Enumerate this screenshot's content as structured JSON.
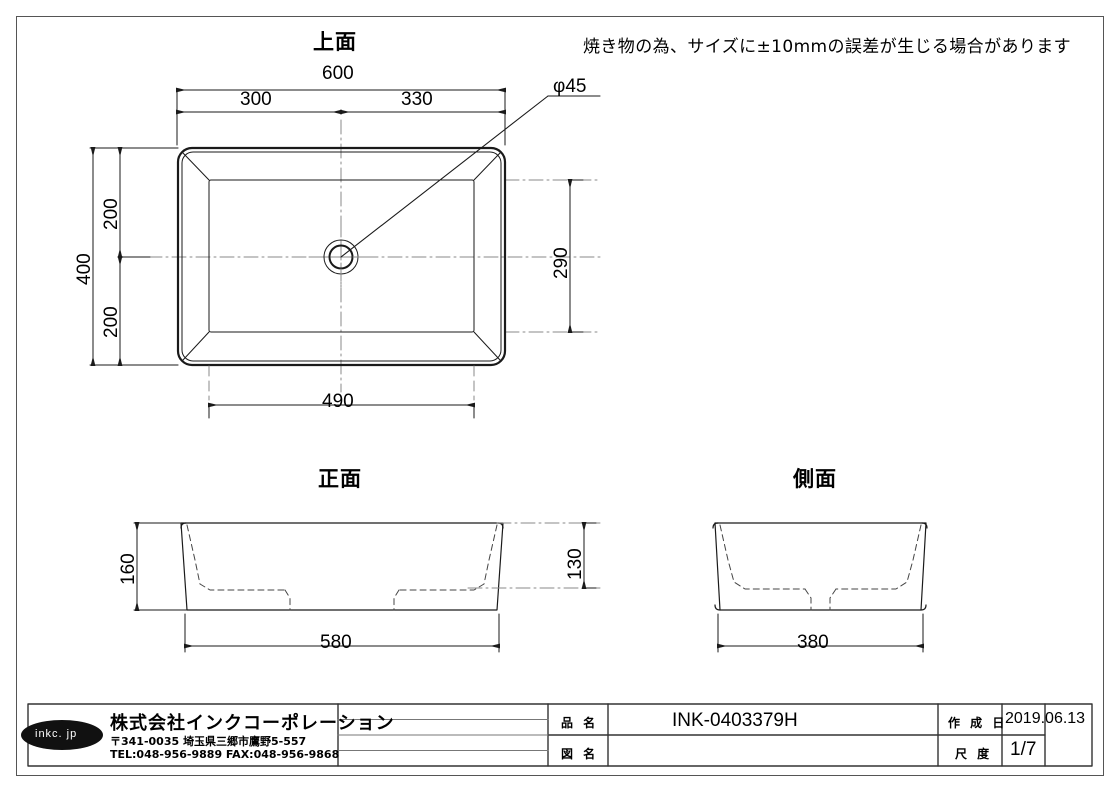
{
  "sheet": {
    "note": "焼き物の為、サイズに±10mmの誤差が生じる場合があります"
  },
  "views": {
    "top": {
      "title": "上面",
      "dims": {
        "overall_width": "600",
        "left_split": "300",
        "right_split": "330",
        "overall_depth": "400",
        "depth_upper": "200",
        "depth_lower": "200",
        "inner_depth": "290",
        "inner_width": "490",
        "drain": "φ45"
      }
    },
    "front": {
      "title": "正面",
      "dims": {
        "height": "160",
        "inner_height": "130",
        "width": "580"
      }
    },
    "side": {
      "title": "側面",
      "dims": {
        "width": "380"
      }
    }
  },
  "title_block": {
    "logo_text": "inkc. jp",
    "company_name": "株式会社インクコーポレーション",
    "address": "〒341-0035 埼玉県三郷市鷹野5-557",
    "contact": "TEL:048-956-9889  FAX:048-956-9868",
    "rows": [
      {
        "label": "品 名",
        "value": "INK-0403379H"
      },
      {
        "label": "図 名",
        "value": ""
      }
    ],
    "meta": [
      {
        "label": "作 成 日",
        "value": "2019.06.13"
      },
      {
        "label": "尺 度",
        "value": "1/7"
      }
    ]
  },
  "colors": {
    "line": "#1a1a1a",
    "frame": "#555555",
    "center": "#777777",
    "hidden": "#444444"
  }
}
